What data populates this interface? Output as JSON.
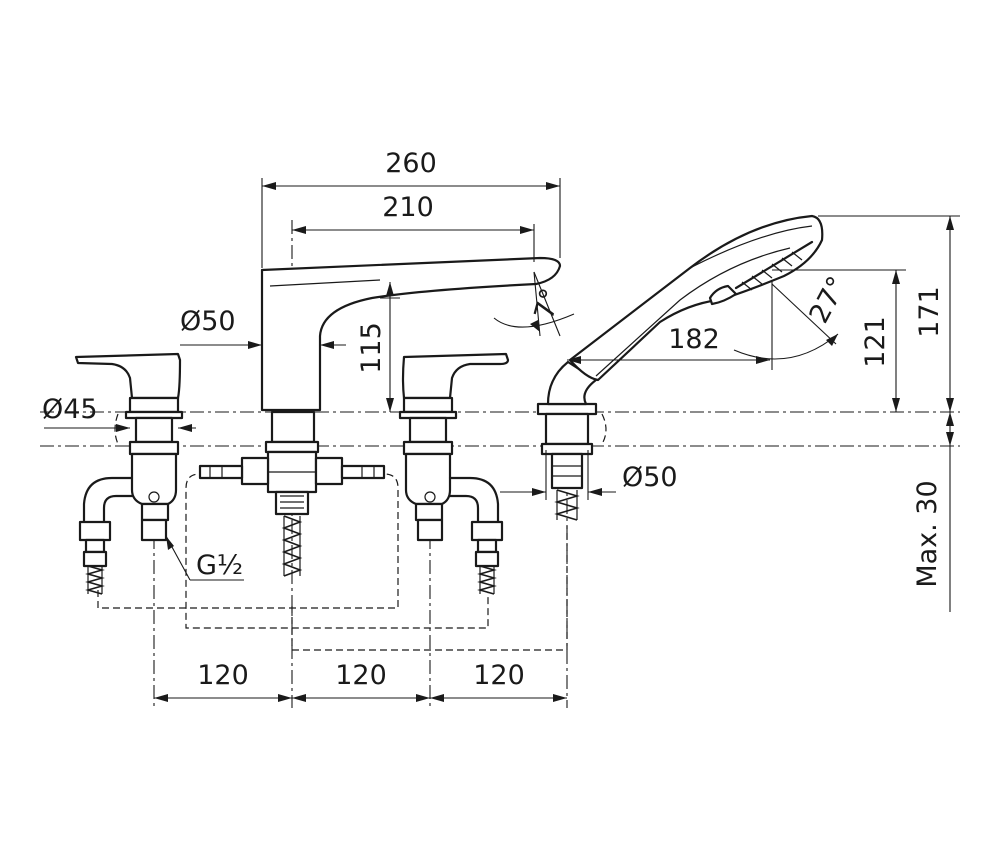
{
  "dimensions": {
    "width_overall": "260",
    "spout_reach": "210",
    "spout_diameter": "Ø50",
    "spout_height": "115",
    "spout_angle": "7°",
    "handle_diameter": "Ø45",
    "thread": "G½",
    "hand_shower_length": "182",
    "hand_shower_angle": "27°",
    "hand_shower_height_low": "121",
    "hand_shower_height_total": "171",
    "holder_diameter": "Ø50",
    "deck_thickness": "Max. 30",
    "spacing_1": "120",
    "spacing_2": "120",
    "spacing_3": "120"
  }
}
